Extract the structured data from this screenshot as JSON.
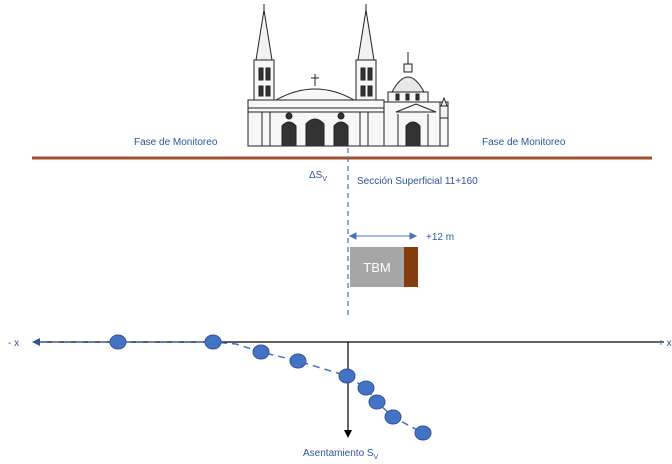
{
  "labels": {
    "left_phase": "Fase de Monitoreo",
    "right_phase": "Fase de Monitoreo",
    "section": "Sección Superficial 11+160",
    "delta_s_main": "ΔS",
    "delta_s_sub": "V",
    "offset": "+12 m",
    "tbm": "TBM",
    "x_neg": "- x",
    "x_pos": "+ x",
    "settlement_main": "Asentamiento S",
    "settlement_sub": "V"
  },
  "colors": {
    "ground_line": "#a0522d",
    "blue_text": "#2f5597",
    "dashed_line": "#4472c4",
    "dot_fill": "#4472c4",
    "dot_stroke": "#2f5597",
    "tbm_body": "#a6a6a6",
    "tbm_head": "#843c0c",
    "axis": "#000000"
  },
  "icons": {
    "building": "cathedral-illustration"
  }
}
